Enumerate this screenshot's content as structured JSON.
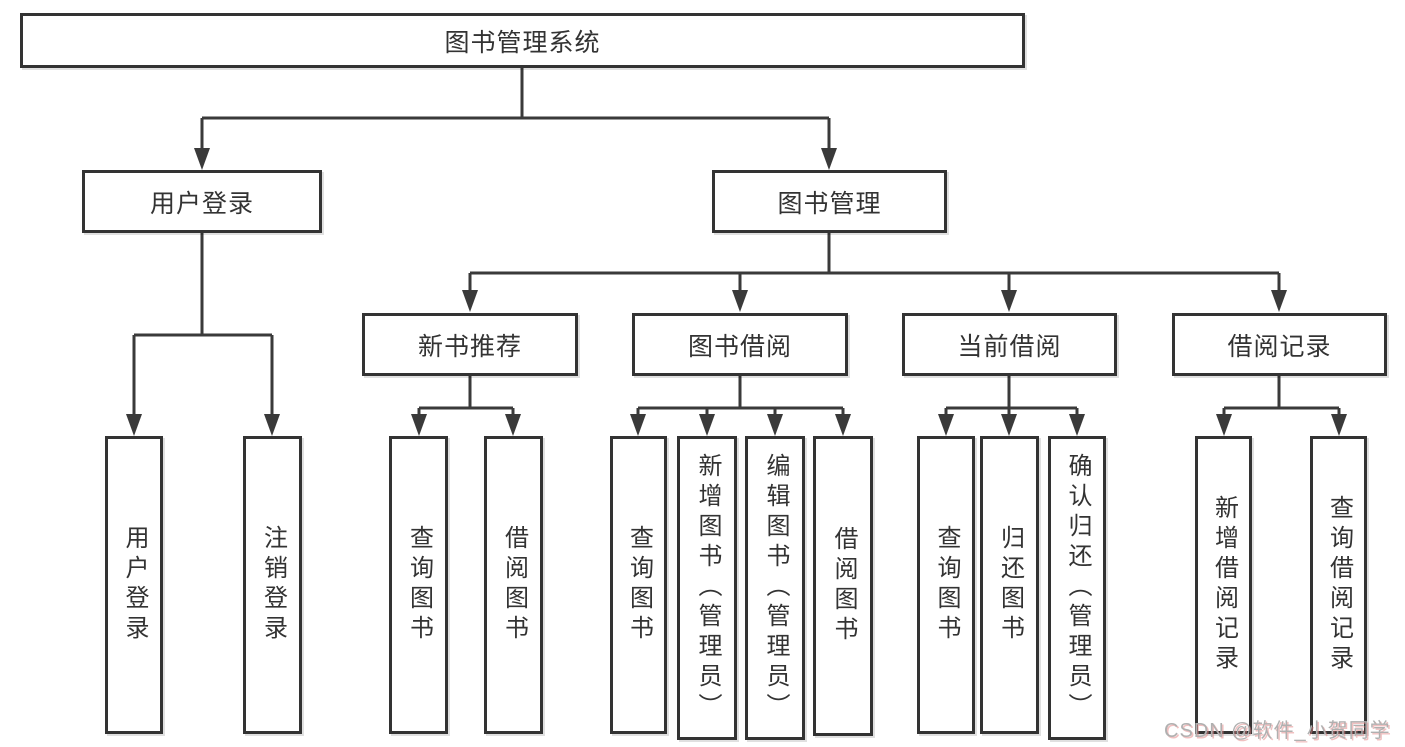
{
  "diagram": {
    "type": "hierarchy",
    "root": {
      "label": "图书管理系统"
    },
    "branches": [
      {
        "label": "用户登录",
        "children": [
          {
            "label": "用户登录"
          },
          {
            "label": "注销登录"
          }
        ]
      },
      {
        "label": "图书管理",
        "children": [
          {
            "label": "新书推荐",
            "children": [
              {
                "label": "查询图书"
              },
              {
                "label": "借阅图书"
              }
            ]
          },
          {
            "label": "图书借阅",
            "children": [
              {
                "label": "查询图书"
              },
              {
                "label": "新增图书（管理员）"
              },
              {
                "label": "编辑图书（管理员）"
              },
              {
                "label": "借阅图书"
              }
            ]
          },
          {
            "label": "当前借阅",
            "children": [
              {
                "label": "查询图书"
              },
              {
                "label": "归还图书"
              },
              {
                "label": "确认归还（管理员）"
              }
            ]
          },
          {
            "label": "借阅记录",
            "children": [
              {
                "label": "新增借阅记录"
              },
              {
                "label": "查询借阅记录"
              }
            ]
          }
        ]
      }
    ]
  },
  "watermark": {
    "text": "CSDN @软件_小贺同学"
  },
  "colors": {
    "line": "#3a3a3a",
    "box_border": "#333333",
    "box_fill": "#ffffff",
    "text": "#333333",
    "background": "#ffffff",
    "watermark": "#b0b0b0"
  }
}
